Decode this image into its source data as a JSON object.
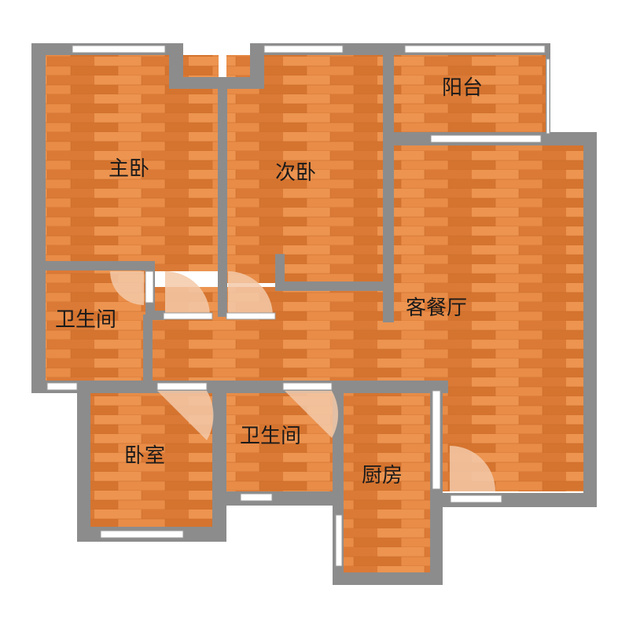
{
  "floor_plan": {
    "rooms": [
      {
        "id": "master-bedroom",
        "label": "主卧"
      },
      {
        "id": "second-bedroom",
        "label": "次卧"
      },
      {
        "id": "balcony",
        "label": "阳台"
      },
      {
        "id": "living-dining",
        "label": "客餐厅"
      },
      {
        "id": "bathroom-west",
        "label": "卫生间"
      },
      {
        "id": "bedroom",
        "label": "卧室"
      },
      {
        "id": "bathroom-south",
        "label": "卫生间"
      },
      {
        "id": "kitchen",
        "label": "厨房"
      }
    ],
    "colors": {
      "floor": "#e3823d",
      "floor_light": "#ee9a55",
      "floor_dark": "#cf6f2e",
      "wall": "#8c8c8c",
      "window": "#ffffff",
      "door_swing": "#f3c9a8"
    }
  }
}
